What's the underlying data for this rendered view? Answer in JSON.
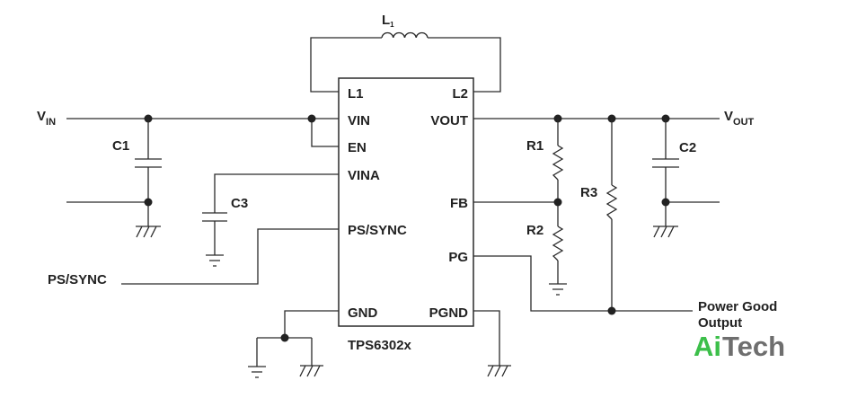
{
  "ic": {
    "part_number": "TPS6302x",
    "pins": {
      "l1": "L1",
      "l2": "L2",
      "vin": "VIN",
      "en": "EN",
      "vina": "VINA",
      "ps_sync": "PS/SYNC",
      "gnd": "GND",
      "vout": "VOUT",
      "fb": "FB",
      "pg": "PG",
      "pgnd": "PGND"
    }
  },
  "components": {
    "inductor": {
      "name": "L",
      "subscript": "1"
    },
    "c1": "C1",
    "c2": "C2",
    "c3": "C3",
    "r1": "R1",
    "r2": "R2",
    "r3": "R3"
  },
  "nets": {
    "vin": {
      "name": "V",
      "subscript": "IN"
    },
    "vout": {
      "name": "V",
      "subscript": "OUT"
    },
    "ps_sync": "PS/SYNC",
    "power_good": {
      "line1": "Power Good",
      "line2": "Output"
    }
  },
  "watermark": {
    "text": "AiTech",
    "ai_color": "#3cbf4a",
    "tech_color": "#6e6e6e"
  }
}
